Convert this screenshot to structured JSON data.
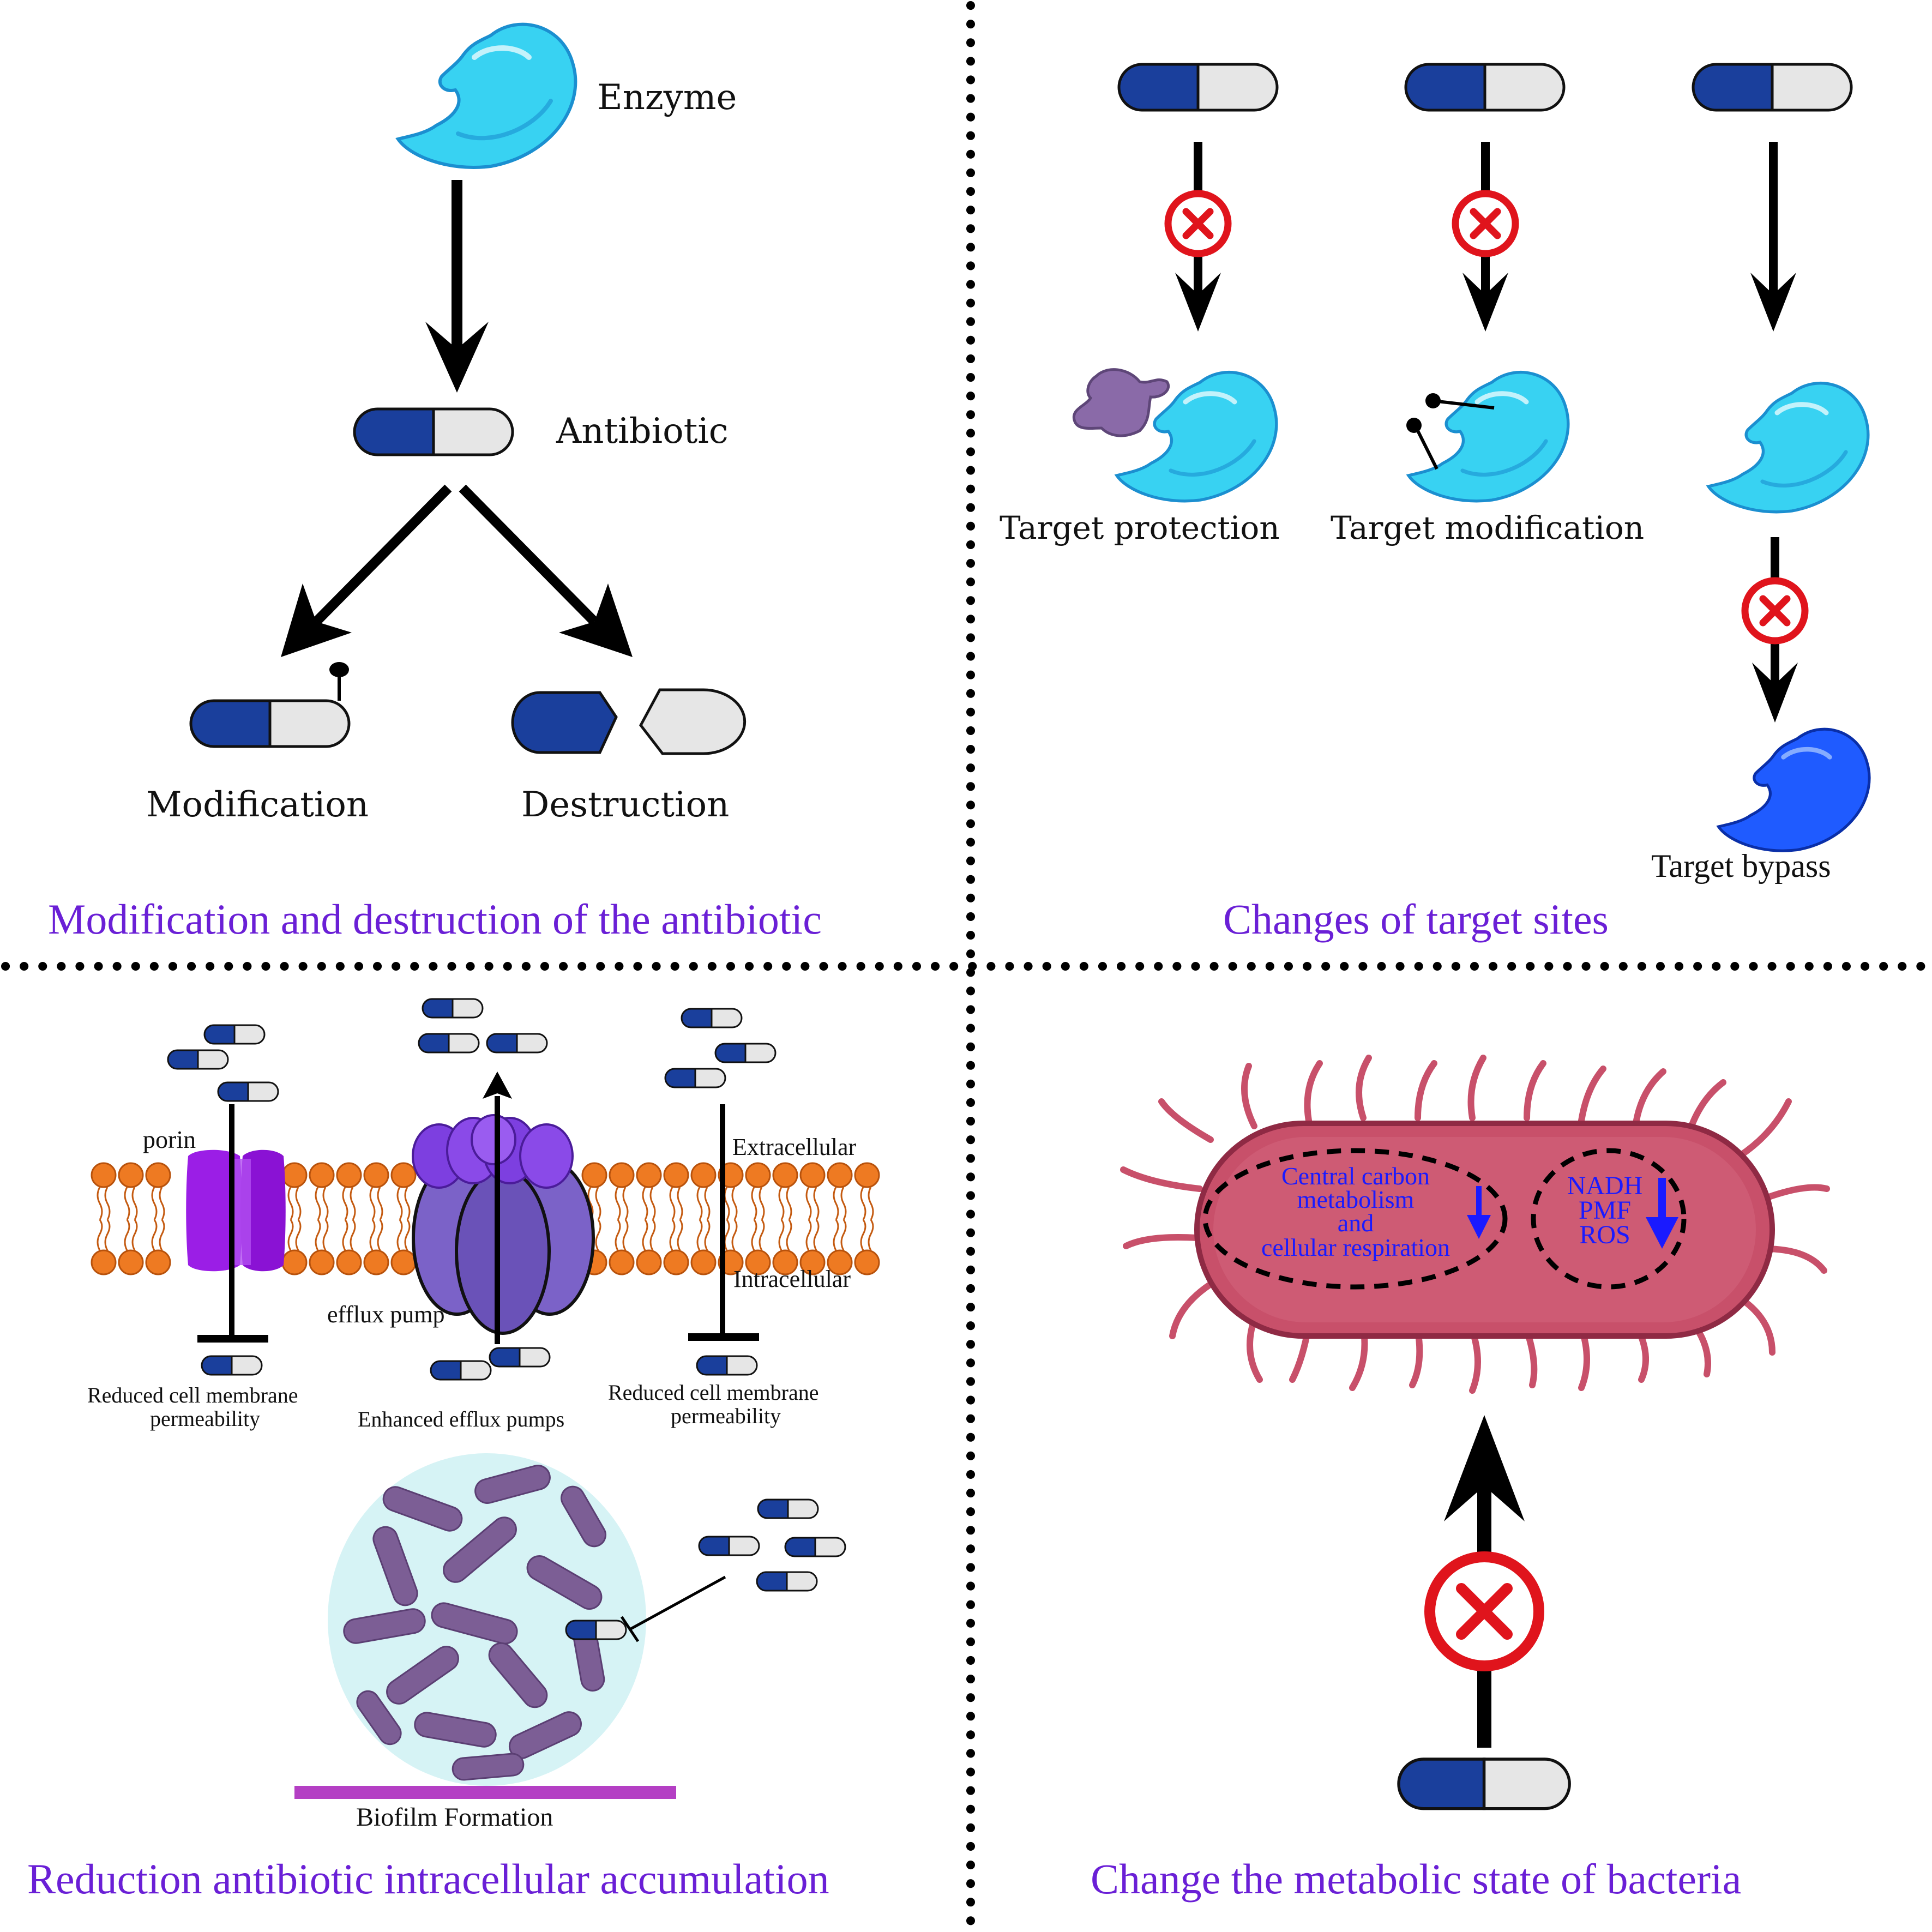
{
  "colors": {
    "title": "#6a1fd6",
    "capsule_dark": "#1a3f9c",
    "capsule_light": "#e6e6e6",
    "enzyme": "#38d2f2",
    "enzyme_bypass": "#1f5bff",
    "block_red": "#e0141c",
    "membrane_head": "#ee7a22",
    "porin": "#9b1ee6",
    "efflux": "#7b62c8",
    "bacterium": "#c8506a",
    "metabolic_text": "#1a1aff",
    "biofilm_matrix": "#d6f3f5",
    "biofilm_cells": "#7c5e95",
    "biofilm_base": "#b43fc4"
  },
  "panel_tl": {
    "enzyme_label": "Enzyme",
    "antibiotic_label": "Antibiotic",
    "modification_label": "Modification",
    "destruction_label": "Destruction",
    "title": "Modification and destruction of the antibiotic"
  },
  "panel_tr": {
    "protection_label": "Target protection",
    "modification_label": "Target modification",
    "bypass_label": "Target bypass",
    "title": "Changes of target sites"
  },
  "panel_bl": {
    "porin_label": "porin",
    "extracellular_label": "Extracellular",
    "intracellular_label": "Intracellular",
    "efflux_label": "efflux pump",
    "reduced_left_line1": "Reduced cell membrane",
    "reduced_left_line2": "permeability",
    "enhanced_label": "Enhanced efflux pumps",
    "reduced_right_line1": "Reduced cell membrane",
    "reduced_right_line2": "permeability",
    "biofilm_label": "Biofilm Formation",
    "title": "Reduction antibiotic intracellular accumulation"
  },
  "panel_br": {
    "carbon_line1": "Central carbon",
    "carbon_line2": "metabolism",
    "carbon_line3": "and",
    "carbon_line4": "cellular respiration",
    "nadh_label": "NADH",
    "pmf_label": "PMF",
    "ros_label": "ROS",
    "title": "Change the metabolic state of bacteria"
  },
  "icons": [
    "enzyme-icon",
    "antibiotic-capsule-icon",
    "block-icon",
    "arrow-icon",
    "porin-icon",
    "efflux-pump-icon",
    "bacterium-icon",
    "biofilm-icon"
  ]
}
